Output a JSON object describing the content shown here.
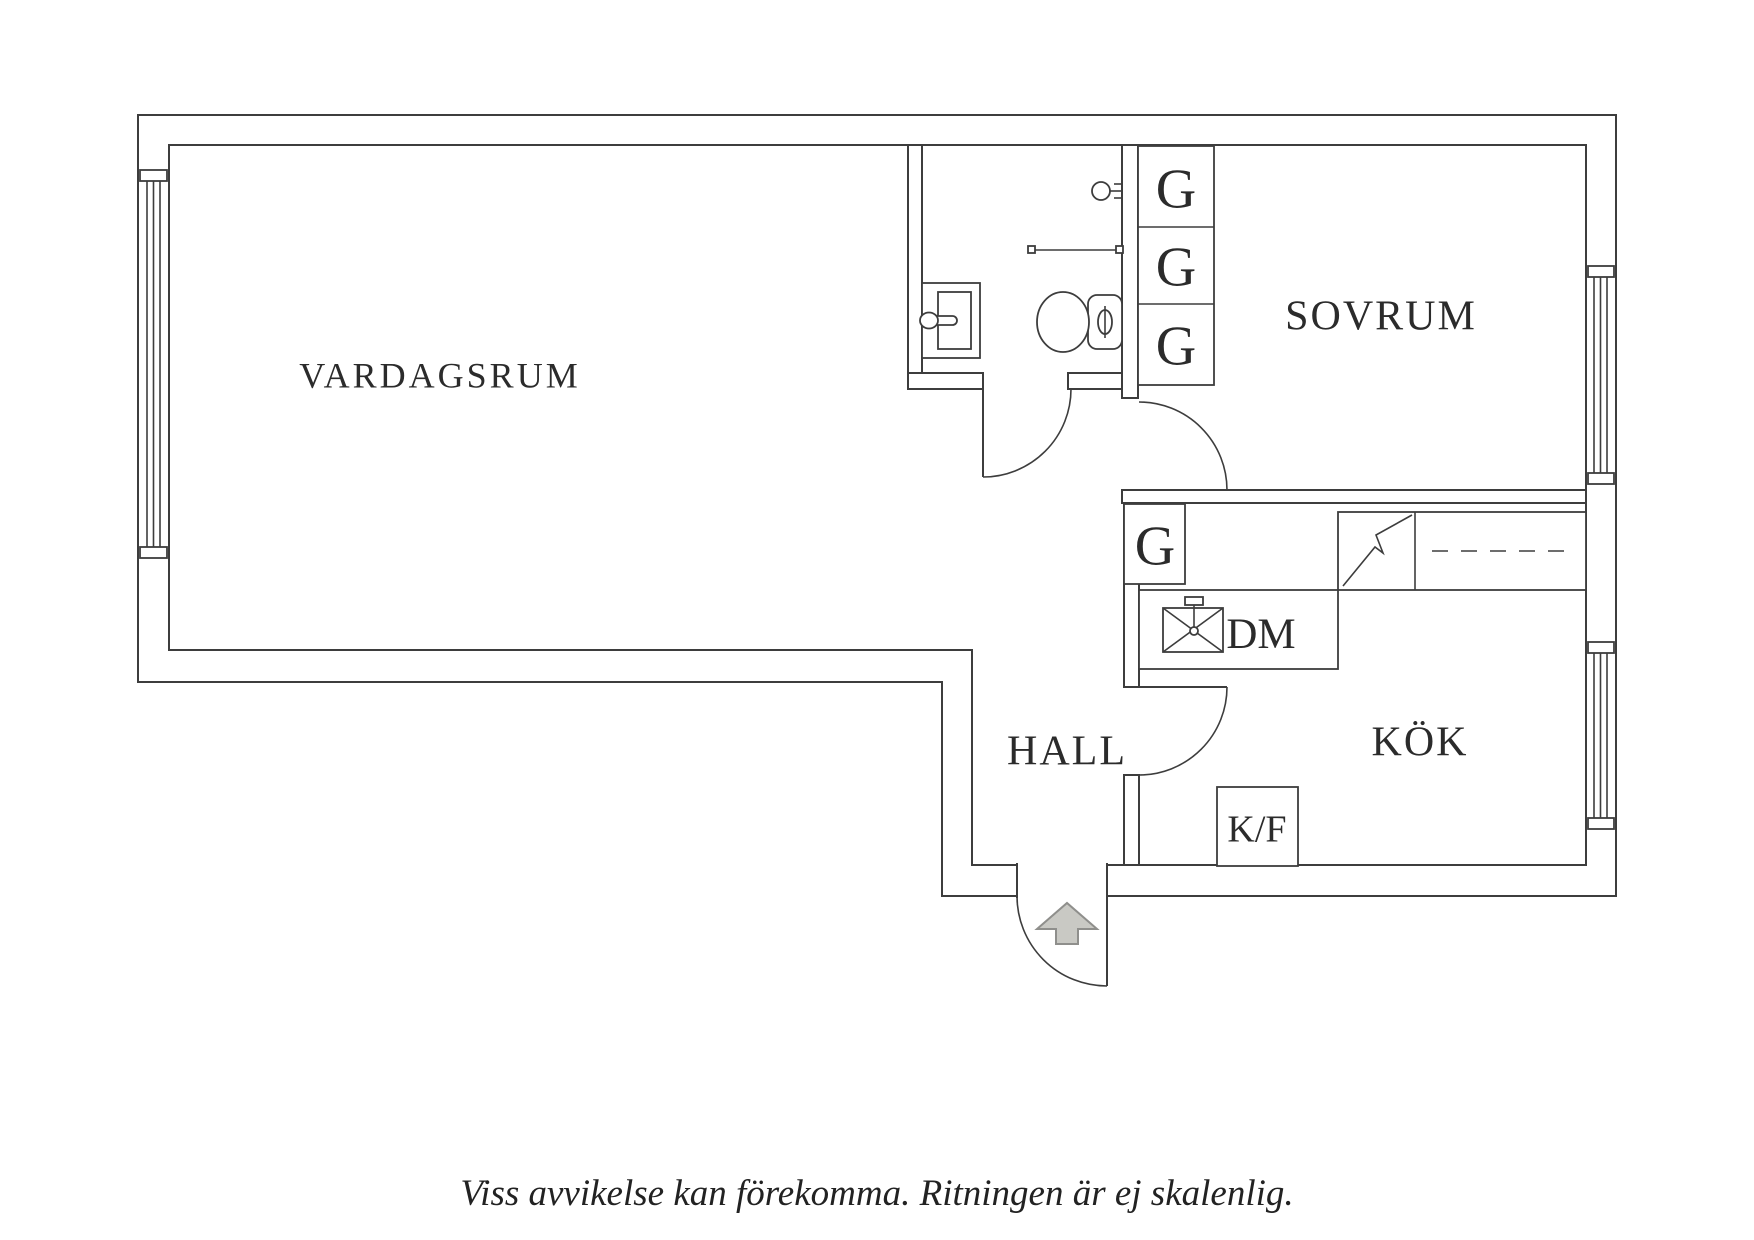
{
  "floorplan": {
    "rooms": {
      "living": "VARDAGSRUM",
      "bedroom": "SOVRUM",
      "hall": "HALL",
      "kitchen": "KÖK"
    },
    "fixtures": {
      "wardrobe": "G",
      "dishwasher": "DM",
      "fridge_freezer": "K/F"
    },
    "disclaimer": "Viss avvikelse kan förekomma. Ritningen är ej skalenlig.",
    "colors": {
      "line": "#3d3d3d",
      "text": "#2b2b2b",
      "arrow_fill": "#c9c9c4",
      "arrow_stroke": "#8f8f8c",
      "background": "#ffffff"
    }
  }
}
